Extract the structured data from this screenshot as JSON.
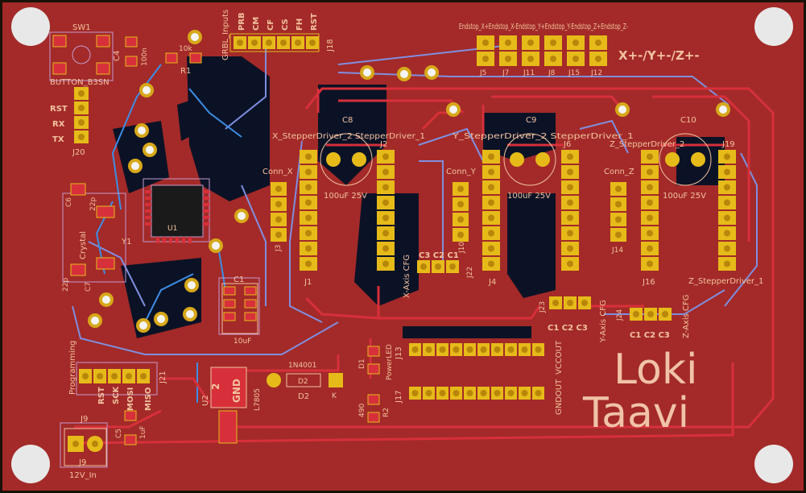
{
  "colors": {
    "board_edge": "#1a1209",
    "board": "#a32a28",
    "copper_front": "#d7303a",
    "copper_back": "#3d8ee6",
    "void": "#0b1226",
    "silk": "#f2c3a0",
    "courtyard": "#c69bd0",
    "pad": "#e6bb19",
    "mount_hole": "#e8e8e8",
    "author": "#f1c3a6"
  },
  "labels": {
    "sw1": "SW1",
    "button": "BUTTON_B3SN",
    "c4": "C4",
    "c4_value": "100n",
    "r1": "R1",
    "r1_value": "10k",
    "grbl_inputs": "GRBL_Inputs",
    "j18": "J18",
    "prb": "PRB",
    "cm": "CM",
    "cf": "CF",
    "cs": "CS",
    "fh": "FH",
    "rst": "RST",
    "endstops": "Endstop_X+Endstop_X-Endstop_Y+Endstop_Y-Endstop_Z+Endstop_Z-",
    "j5": "J5",
    "j7": "J7",
    "j11": "J11",
    "j8": "J8",
    "j15": "J15",
    "j12": "J12",
    "axes_pm": "X+-/Y+-/Z+-",
    "rst_pin": "RST",
    "rx": "RX",
    "tx": "TX",
    "j20": "J20",
    "c8": "C8",
    "c9": "C9",
    "c10": "C10",
    "x_driver": "X_StepperDriver_2 StepperDriver_1",
    "y_driver": "Y_StepperDriver_2 StepperDriver_1",
    "z_driver": "Z_StepperDriver_2",
    "z_driver_1": "Z_StepperDriver_1",
    "j1": "J1",
    "j2": "J2",
    "j3": "J3",
    "j4": "J4",
    "j6": "J6",
    "j10": "J10",
    "j14": "J14",
    "j16": "J16",
    "j19": "J19",
    "j22": "J22",
    "j23": "J23",
    "j24": "J24",
    "cap_value": "100uF 25V",
    "conn_x": "Conn_X",
    "conn_y": "Conn_Y",
    "conn_z": "Conn_Z",
    "c3c2c1": "C3 C2 C1",
    "c1c2c3": "C1 C2 C3",
    "x_axis_cfg": "X-Axis CFG",
    "y_axis_cfg": "Y-Axis CFG",
    "z_axis_cfg": "Z-Axis CFG",
    "c6": "C6",
    "c7": "C7",
    "c6_value": "22p",
    "c7_value": "22p",
    "crystal": "Crystal",
    "y1": "Y1",
    "u1": "U1",
    "c1_small": "C1",
    "c_bulk": "10uF",
    "programming": "Programming",
    "rst2": "RST",
    "sck": "SCK",
    "mosi": "MOSI",
    "miso": "MISO",
    "j21": "J21",
    "gnd_tab": "GND",
    "u2_num": "2",
    "u2": "U2",
    "l7805": "L7805",
    "diode_value": "1N4001",
    "d2": "D2",
    "k": "K",
    "d1": "D1",
    "r2": "R2",
    "r2_value": "490",
    "power_led": "PowerLED",
    "j13": "J13",
    "j17": "J17",
    "vccout": "VCCOUT",
    "gndout": "GNDOUT",
    "c5": "C5",
    "c5_value": "1uF",
    "j9": "J9",
    "power_in": "12V_In",
    "author_1": "Loki",
    "author_2": "Taavi"
  }
}
